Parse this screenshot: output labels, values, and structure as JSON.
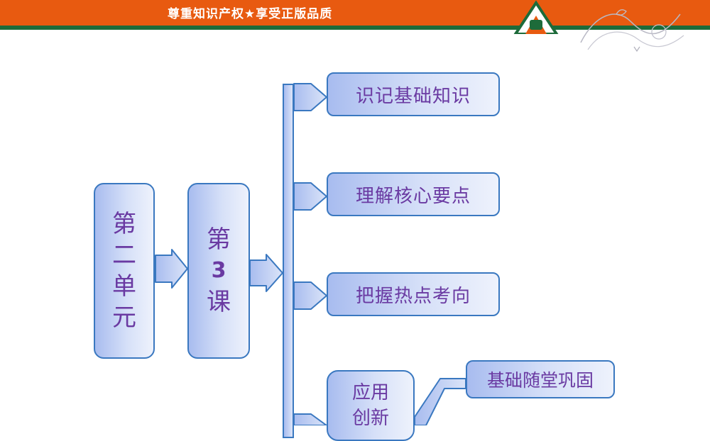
{
  "header": {
    "banner_text": "尊重知识产权★享受正版品质",
    "logo_icon": "a-letter-logo-icon",
    "flourish_icon": "decorative-flourish-icon",
    "colors": {
      "banner": "#e85a10",
      "stripe": "#1d6b3a"
    }
  },
  "diagram": {
    "unit": {
      "chars": [
        "第",
        "二",
        "单",
        "元"
      ]
    },
    "lesson": {
      "prefix": "第",
      "number": "3",
      "suffix": "课"
    },
    "items": [
      {
        "label": "识记基础知识"
      },
      {
        "label": "理解核心要点"
      },
      {
        "label": "把握热点考向"
      }
    ],
    "apply": {
      "line1": "应用",
      "line2": "创新"
    },
    "apply_sub": {
      "label": "基础随堂巩固"
    },
    "colors": {
      "box_border": "#3a78c0",
      "text": "#6a3aa2",
      "fill": "#c3d2f4"
    }
  }
}
